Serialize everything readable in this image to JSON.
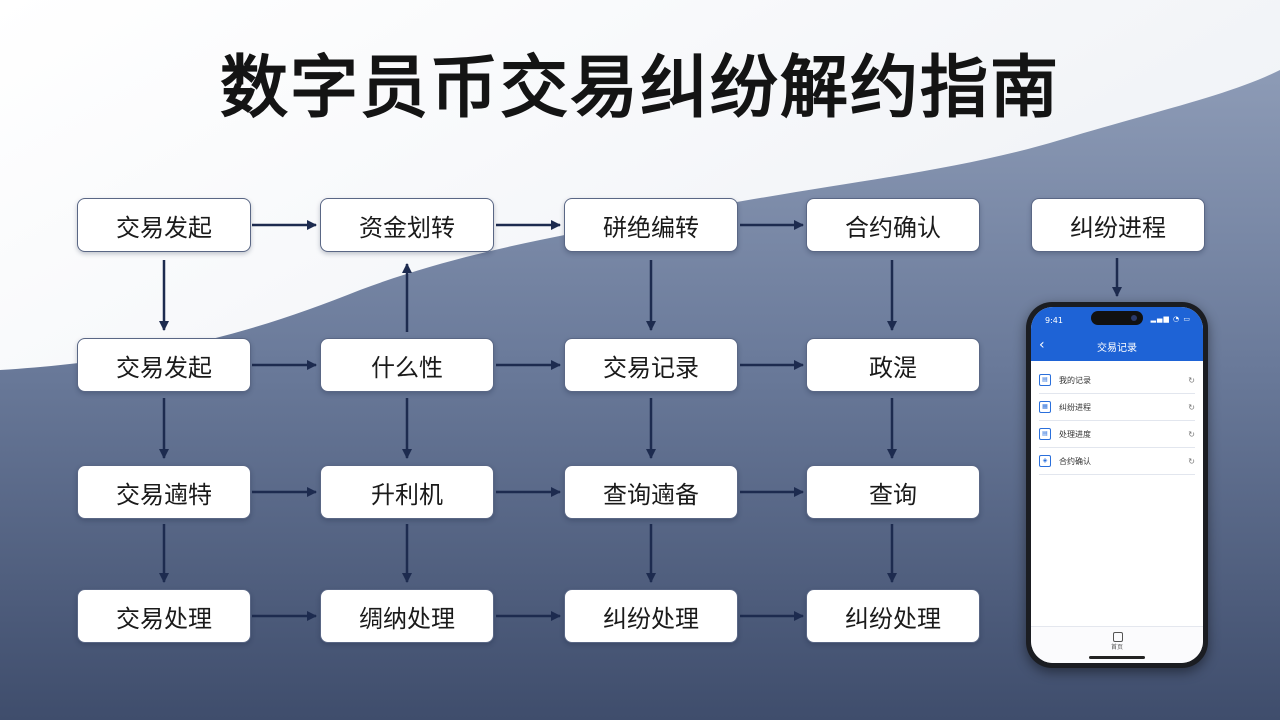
{
  "title": "数字员币交易纠纷解约指南",
  "rows": [
    [
      "交易发起",
      "资金划转",
      "硑绝编转",
      "合约确认",
      "纠纷进程"
    ],
    [
      "交易发起",
      "什么性",
      "交易记录",
      "政湜"
    ],
    [
      "交易遖特",
      "升利机",
      "查询遖备",
      "查询"
    ],
    [
      "交易处理",
      "绸纳处理",
      "纠纷处理",
      "纠纷处理"
    ]
  ],
  "phone": {
    "time": "9:41",
    "status_icons": "▂▄▆ ◔ ▭",
    "screen_title": "交易记录",
    "items": [
      {
        "icon": "doc-icon",
        "label": "我的记录"
      },
      {
        "icon": "chart-icon",
        "label": "纠纷进程"
      },
      {
        "icon": "doc-icon",
        "label": "处理进度"
      },
      {
        "icon": "shield-icon",
        "label": "合约确认"
      }
    ],
    "tab_label": "首页"
  },
  "colors": {
    "node_border": "#5a6785",
    "arrow": "#1d2b4f",
    "phone_header": "#1e63d6",
    "bg_dark": "#4b5a7a",
    "bg_light": "#f3f5f9"
  }
}
